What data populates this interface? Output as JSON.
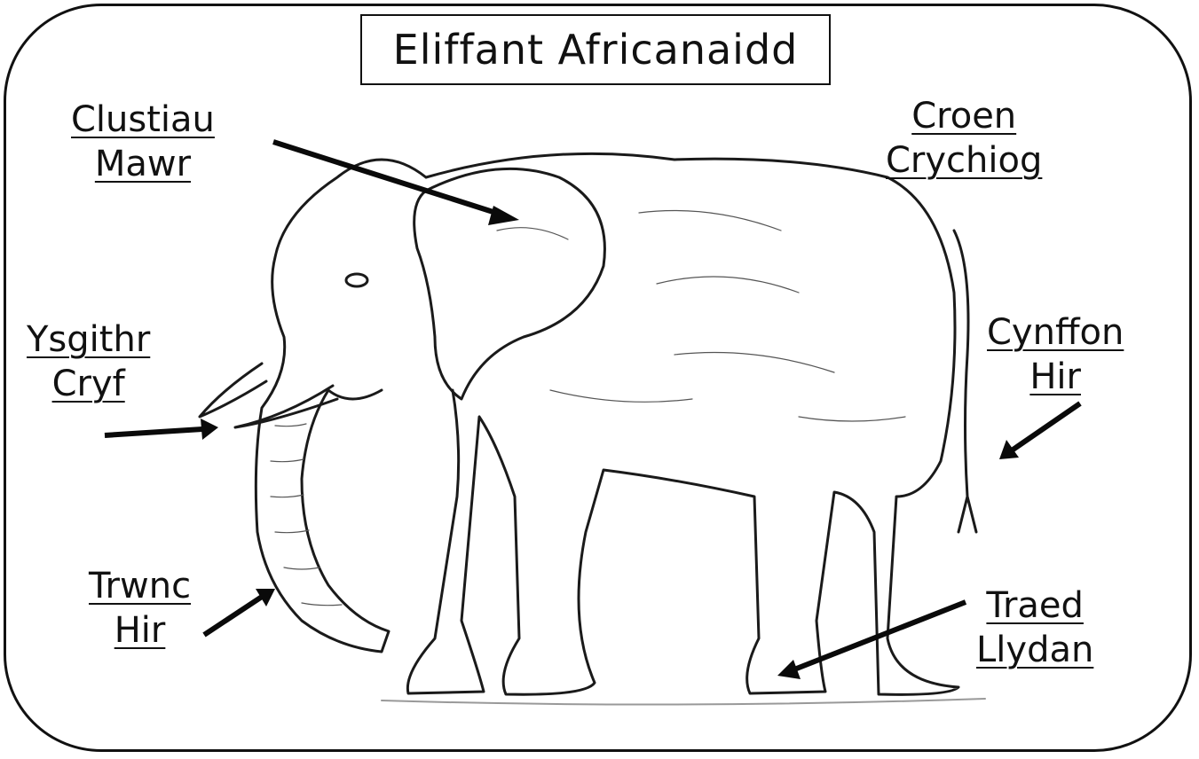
{
  "title": "Eliffant Africanaidd",
  "labels": {
    "ears": [
      "Clustiau",
      "Mawr"
    ],
    "skin": [
      "Croen",
      "Crychiog"
    ],
    "tusk": [
      "Ysgithr",
      "Cryf"
    ],
    "tail": [
      "Cynffon",
      "Hir"
    ],
    "trunk": [
      "Trwnc",
      "Hir"
    ],
    "feet": [
      "Traed",
      "Llydan"
    ]
  },
  "colors": {
    "ink": "#111111",
    "background": "#ffffff"
  }
}
